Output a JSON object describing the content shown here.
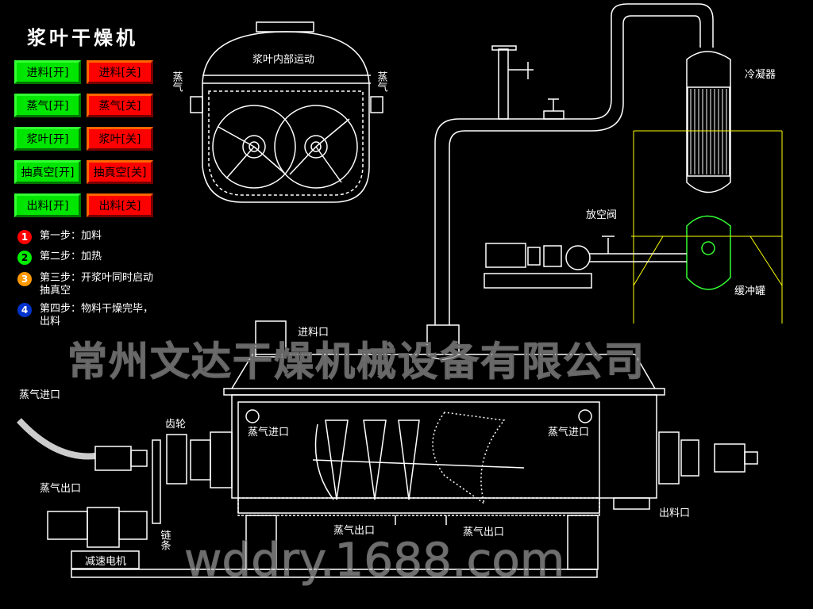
{
  "title": "浆叶干燥机",
  "buttons": [
    {
      "on": "进料[开]",
      "off": "进料[关]"
    },
    {
      "on": "蒸气[开]",
      "off": "蒸气[关]"
    },
    {
      "on": "浆叶[开]",
      "off": "浆叶[关]"
    },
    {
      "on": "抽真空[开]",
      "off": "抽真空[关]"
    },
    {
      "on": "出料[开]",
      "off": "出料[关]"
    }
  ],
  "steps": [
    {
      "num": "1",
      "text": "第一步：加料",
      "color": "#ff0000"
    },
    {
      "num": "2",
      "text": "第二步：加热",
      "color": "#00ee00"
    },
    {
      "num": "3",
      "text": "第三步：开浆叶同时启动抽真空",
      "color": "#ff9900"
    },
    {
      "num": "4",
      "text": "第四步：物料干燥完毕，出料",
      "color": "#0033cc"
    }
  ],
  "labels": {
    "paddle_motion": "浆叶内部运动",
    "steam_left": "蒸气",
    "steam_right": "蒸气",
    "condenser": "冷凝器",
    "vent_valve": "放空阀",
    "buffer_tank": "缓冲罐",
    "feed_inlet": "进料口",
    "steam_inlet_outer": "蒸气进口",
    "steam_inlet_left": "蒸气进口",
    "steam_inlet_right": "蒸气进口",
    "gear": "齿轮",
    "steam_outlet_left": "蒸气出口",
    "steam_outlet_mid1": "蒸气出口",
    "steam_outlet_mid2": "蒸气出口",
    "chain": "链条",
    "motor": "减速电机",
    "discharge": "出料口"
  },
  "watermark": {
    "company": "常州文达干燥机械设备有限公司",
    "url": "wddry.1688.com"
  }
}
